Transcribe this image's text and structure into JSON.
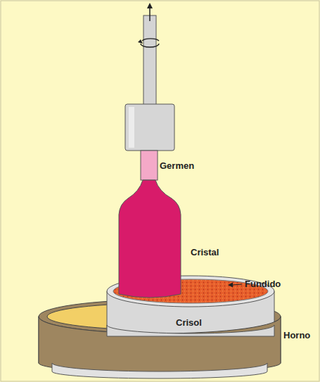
{
  "diagram": {
    "labels": [
      "Germen",
      "Cristal",
      "Fundido",
      "Crisol",
      "Horno"
    ]
  }
}
